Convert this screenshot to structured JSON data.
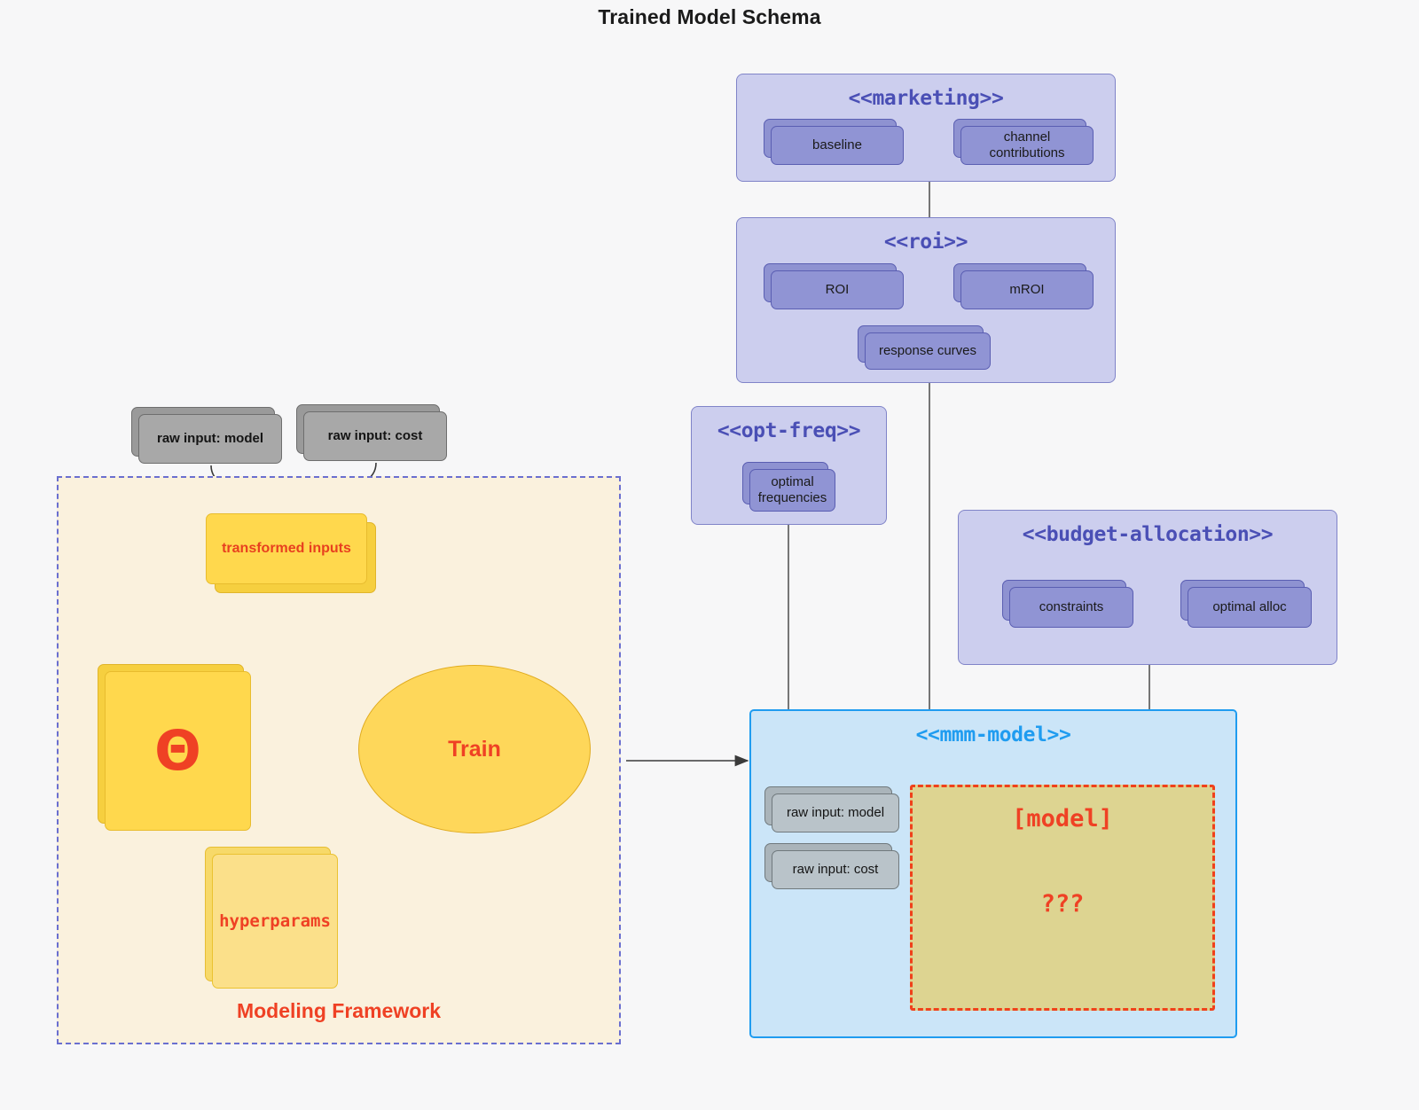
{
  "title": "Trained Model Schema",
  "colors": {
    "package_fill": "#ccceee",
    "package_stroke": "#8084c8",
    "package_title": "#4a4fb5",
    "card_fill": "#9094d4",
    "card_stroke": "#5a5eb2",
    "mmm_fill": "#cbe5f8",
    "mmm_stroke": "#1f9cf0",
    "framework_fill": "#faf1dd",
    "framework_stroke": "#6a6fd0",
    "accent_red": "#ef4124",
    "yellow_fill": "#ffd84d",
    "yellow_stroke": "#e8bc2e",
    "grey_fill": "#a8a8a8",
    "note_fill": "#ddd491",
    "canvas_bg": "#f7f7f8"
  },
  "packages": {
    "marketing": {
      "title": "<<marketing>>",
      "cards": [
        "baseline",
        "channel contributions"
      ]
    },
    "roi": {
      "title": "<<roi>>",
      "cards": [
        "ROI",
        "mROI",
        "response curves"
      ]
    },
    "opt_freq": {
      "title": "<<opt-freq>>",
      "cards": [
        "optimal\nfrequencies"
      ],
      "card_line1": "optimal",
      "card_line2": "frequencies"
    },
    "budget_allocation": {
      "title": "<<budget-allocation>>",
      "cards": [
        "constraints",
        "optimal alloc"
      ]
    },
    "mmm_model": {
      "title": "<<mmm-model>>",
      "cards": [
        "raw input: model",
        "raw input: cost"
      ],
      "note": {
        "line1": "[model]",
        "line2": "???"
      }
    }
  },
  "framework": {
    "label": "Modeling Framework",
    "raw_inputs": [
      "raw input: model",
      "raw input: cost"
    ],
    "transformed_inputs": "transformed inputs",
    "theta": "Θ",
    "hyperparams": "hyperparams",
    "train": "Train"
  },
  "edges": [
    {
      "from": "marketing",
      "to": "roi",
      "type": "line"
    },
    {
      "from": "roi",
      "to": "mmm-model",
      "type": "line"
    },
    {
      "from": "opt-freq",
      "to": "mmm-model",
      "type": "line"
    },
    {
      "from": "budget-allocation",
      "to": "mmm-model",
      "type": "line"
    },
    {
      "from": "baseline",
      "to": "channel contributions",
      "type": "bidirectional"
    },
    {
      "from": "ROI",
      "to": "mROI",
      "type": "bidirectional"
    },
    {
      "from": "constraints",
      "to": "optimal alloc",
      "type": "bidirectional"
    },
    {
      "from": "raw input: model",
      "to": "transformed inputs",
      "type": "arrow"
    },
    {
      "from": "raw input: cost",
      "to": "transformed inputs",
      "type": "arrow"
    },
    {
      "from": "transformed inputs",
      "to": "Train",
      "type": "arrow-red"
    },
    {
      "from": "theta",
      "to": "Train",
      "type": "arrow-red"
    },
    {
      "from": "hyperparams",
      "to": "Train",
      "type": "arrow-red"
    },
    {
      "from": "Train",
      "to": "mmm-model",
      "type": "arrow"
    }
  ]
}
